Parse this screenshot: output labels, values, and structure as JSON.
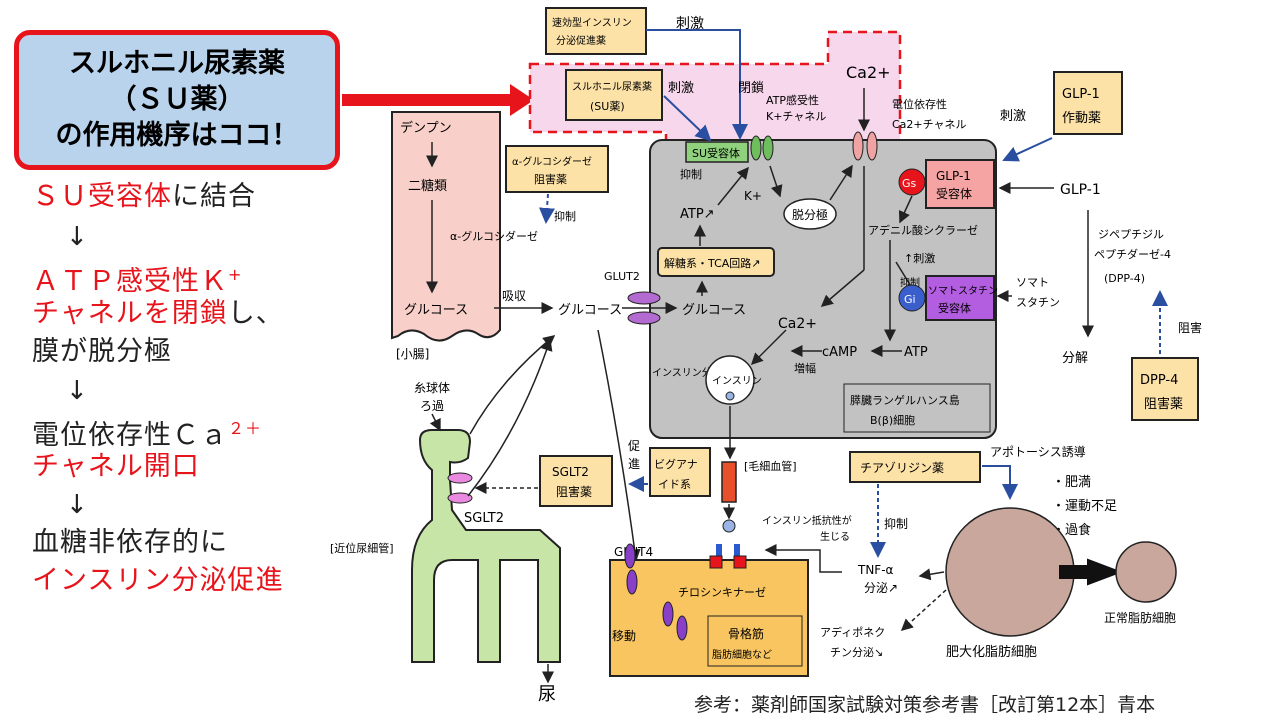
{
  "title_box": {
    "line1": "スルホニル尿素薬",
    "line2": "（ＳＵ薬）",
    "line3": "の作用機序はココ！"
  },
  "mechanism_steps": [
    {
      "parts": [
        {
          "text": "ＳＵ受容体",
          "color": "red"
        },
        {
          "text": "に結合",
          "color": "black"
        }
      ]
    },
    {
      "parts": [
        {
          "text": "ＡＴＰ感受性Ｋ",
          "color": "red"
        },
        {
          "text": "+",
          "color": "red",
          "sup": true
        }
      ]
    },
    {
      "parts": [
        {
          "text": "チャネルを閉鎖",
          "color": "red"
        },
        {
          "text": "し、",
          "color": "black"
        }
      ]
    },
    {
      "parts": [
        {
          "text": "膜が脱分極",
          "color": "black"
        }
      ]
    },
    {
      "parts": [
        {
          "text": "電位依存性Ｃａ",
          "color": "black"
        },
        {
          "text": "２＋",
          "color": "red",
          "sup": true
        }
      ]
    },
    {
      "parts": [
        {
          "text": "チャネル開口",
          "color": "red"
        }
      ]
    },
    {
      "parts": [
        {
          "text": "血糖非依存的に",
          "color": "black"
        }
      ]
    },
    {
      "parts": [
        {
          "text": "インスリン分泌促進",
          "color": "red"
        }
      ]
    }
  ],
  "step_arrow": "↓",
  "reference": "参考：薬剤師国家試験対策参考書［改訂第12本］青本",
  "diagram": {
    "small_intestine": {
      "starch": "デンプン",
      "disaccharide": "二糖類",
      "enzyme": "α-グルコシダーゼ",
      "glucose": "グルコース",
      "label": "[小腸]"
    },
    "absorption": "吸収",
    "glucose_blood": "グルコース",
    "glut2": "GLUT2",
    "glucose_cell": "グルコース",
    "alpha_gi_drug": {
      "line1": "α-グルコシダーゼ",
      "line2": "阻害薬"
    },
    "inhibit_a": "抑制",
    "rapid_drug": {
      "line1": "速効型インスリン",
      "line2": "分泌促進薬"
    },
    "stim_top": "刺激",
    "su_drug_inner": {
      "line1": "スルホニル尿素薬",
      "line2": "(SU薬)"
    },
    "stim_su": "刺激",
    "closure": "閉鎖",
    "katp_label": {
      "line1": "ATP感受性",
      "line2": "K+チャネル"
    },
    "ca_top": "Ca2+",
    "ca_channel_label": {
      "line1": "電位依存性",
      "line2": "Ca2+チャネル"
    },
    "su_receptor": "SU受容体",
    "inhibit_b": "抑制",
    "atp_up": "ATP↗",
    "k_plus": "K+",
    "depolarization": "脱分極",
    "glycolysis": "解糖系・TCA回路↗",
    "ca_inner": "Ca2+",
    "insulin_vesicle": "インスリン",
    "insulin_secretion": "インスリン分泌顆粒",
    "camp": "cAMP",
    "atp": "ATP",
    "increase": "増幅",
    "cell_label": {
      "line1": "膵臓ランゲルハンス島",
      "line2": "B(β)細胞"
    },
    "adenylate": "アデニル酸シクラーゼ",
    "stim_adenylate": "↑刺激",
    "inhibit_c": "抑制",
    "gs": "Gs",
    "gi": "Gi",
    "glp1_receptor": {
      "line1": "GLP-1",
      "line2": "受容体"
    },
    "somatostatin_receptor": {
      "line1": "ソマトスタチン",
      "line2": "受容体"
    },
    "somatostatin": {
      "line1": "ソマト",
      "line2": "スタチン"
    },
    "glp1": "GLP-1",
    "glp1_agonist": {
      "line1": "GLP-1",
      "line2": "作動薬"
    },
    "stim_glp1": "刺激",
    "dpp4": {
      "line1": "ジペプチジル",
      "line2": "ペプチダーゼ-4",
      "line3": "(DPP-4)"
    },
    "degradation": "分解",
    "inhibition": "阻害",
    "dpp4_inhibitor": {
      "line1": "DPP-4",
      "line2": "阻害薬"
    },
    "glomerulus": {
      "line1": "糸球体",
      "line2": "ろ過"
    },
    "sglt2": "SGLT2",
    "sglt2_inhibitor": {
      "line1": "SGLT2",
      "line2": "阻害薬"
    },
    "proximal_tubule": "[近位尿細管]",
    "urine": "尿",
    "promote": {
      "line1": "促",
      "line2": "進"
    },
    "biguanide": {
      "line1": "ビグアナ",
      "line2": "イド系"
    },
    "capillary": "[毛細血管]",
    "glut4": "GLUT4",
    "tyrosine_kinase": "チロシンキナーゼ",
    "translocation": "移動",
    "muscle_fat": {
      "line1": "骨格筋",
      "line2": "脂肪細胞など"
    },
    "insulin_resistance": {
      "line1": "インスリン抵抗性が",
      "line2": "生じる"
    },
    "thiazolidine": "チアゾリジン薬",
    "inhibit_d": "抑制",
    "tnf": {
      "line1": "TNF-α",
      "line2": "分泌↗"
    },
    "adiponectin": {
      "line1": "アディポネク",
      "line2": "チン分泌↘"
    },
    "apoptosis": "アポトーシス誘導",
    "causes": {
      "line1": "・肥満",
      "line2": "・運動不足",
      "line3": "・過食"
    },
    "hypertrophic": "肥大化脂肪細胞",
    "normal_fat": "正常脂肪細胞"
  }
}
